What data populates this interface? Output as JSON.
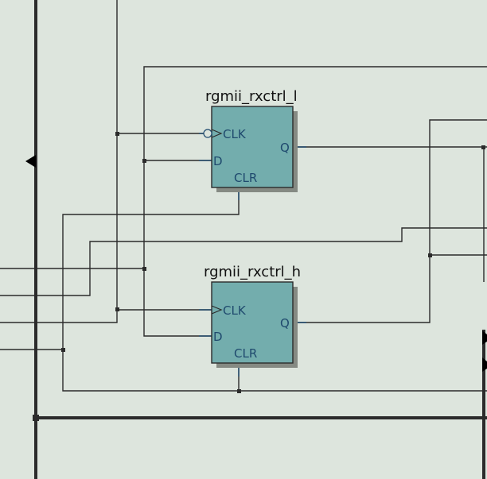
{
  "schematic": {
    "instances": [
      {
        "name": "rgmii_rxctrl_l",
        "pins": {
          "clk": "CLK",
          "d": "D",
          "q": "Q",
          "clr": "CLR"
        },
        "clock_inverted": true
      },
      {
        "name": "rgmii_rxctrl_h",
        "pins": {
          "clk": "CLK",
          "d": "D",
          "q": "Q",
          "clr": "CLR"
        },
        "clock_inverted": false
      }
    ],
    "colors": {
      "background": "#dde5dd",
      "wire": "#2b2b2b",
      "block_fill": "#73adad",
      "block_shadow": "#858a83",
      "pin_text": "#1f4a6e"
    }
  }
}
